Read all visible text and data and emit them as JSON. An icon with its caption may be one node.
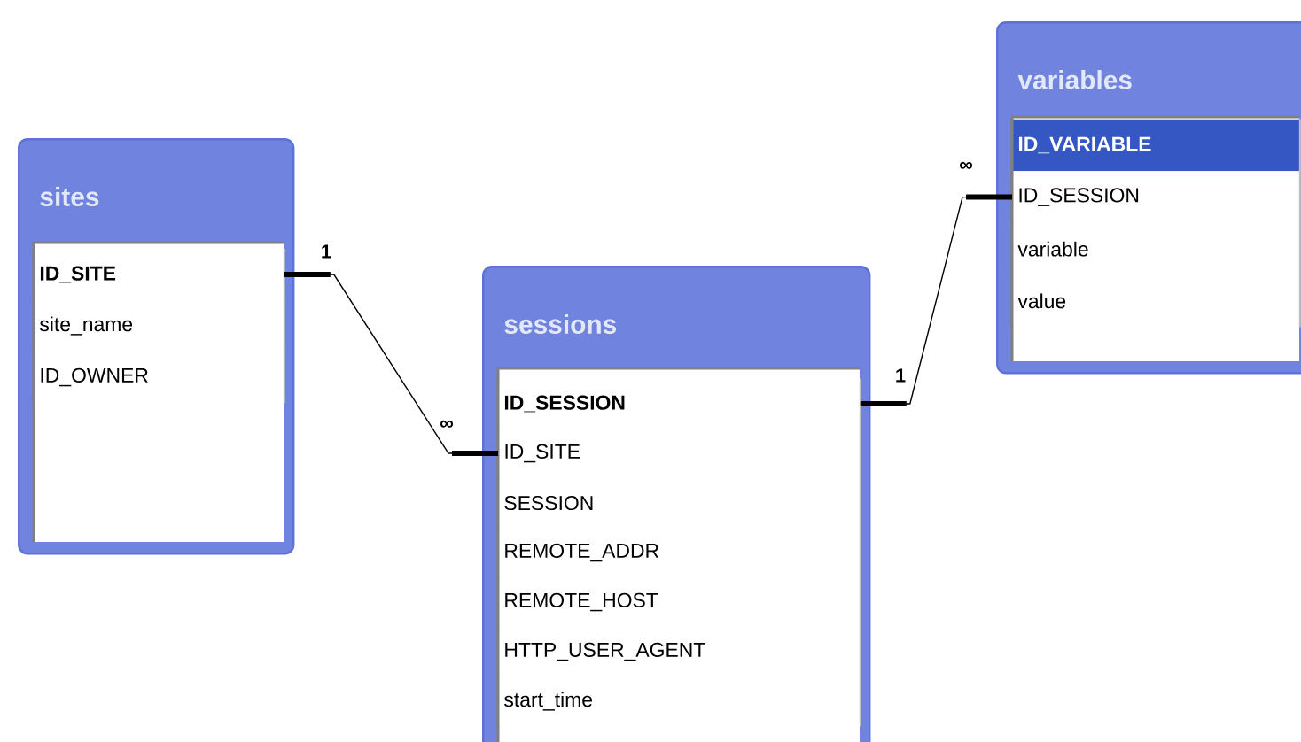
{
  "diagram": {
    "nodes": [
      {
        "text": [
          "sites"
        ]
      },
      {
        "text": [
          "ID_SITE"
        ],
        "in": 0
      },
      {
        "text": [
          "site_name"
        ],
        "in": 0
      },
      {
        "text": [
          "ID_OWNER"
        ],
        "in": 0
      },
      {
        "text": [
          "sessions"
        ]
      },
      {
        "text": [
          "ID_SESSION"
        ],
        "in": 4
      },
      {
        "text": [
          "ID_SITE"
        ],
        "in": 4
      },
      {
        "text": [
          "SESSION"
        ],
        "in": 4
      },
      {
        "text": [
          "REMOTE_ADDR"
        ],
        "in": 4
      },
      {
        "text": [
          "REMOTE_HOST"
        ],
        "in": 4
      },
      {
        "text": [
          "HTTP_USER_AGENT"
        ],
        "in": 4
      },
      {
        "text": [
          "start_time"
        ],
        "in": 4
      },
      {
        "text": [
          "variables"
        ]
      },
      {
        "text": [
          "ID_VARIABLE"
        ],
        "in": 12
      },
      {
        "text": [
          "ID_SESSION"
        ],
        "in": 12
      },
      {
        "text": [
          "variable"
        ],
        "in": 12
      },
      {
        "text": [
          "value"
        ],
        "in": 12
      }
    ],
    "edges": [
      {
        "from": 1,
        "to": 6,
        "arrow": "none"
      },
      {
        "from": 5,
        "to": 14,
        "arrow": "none"
      }
    ],
    "labels": [
      "1",
      "∞",
      "1",
      "∞"
    ]
  }
}
